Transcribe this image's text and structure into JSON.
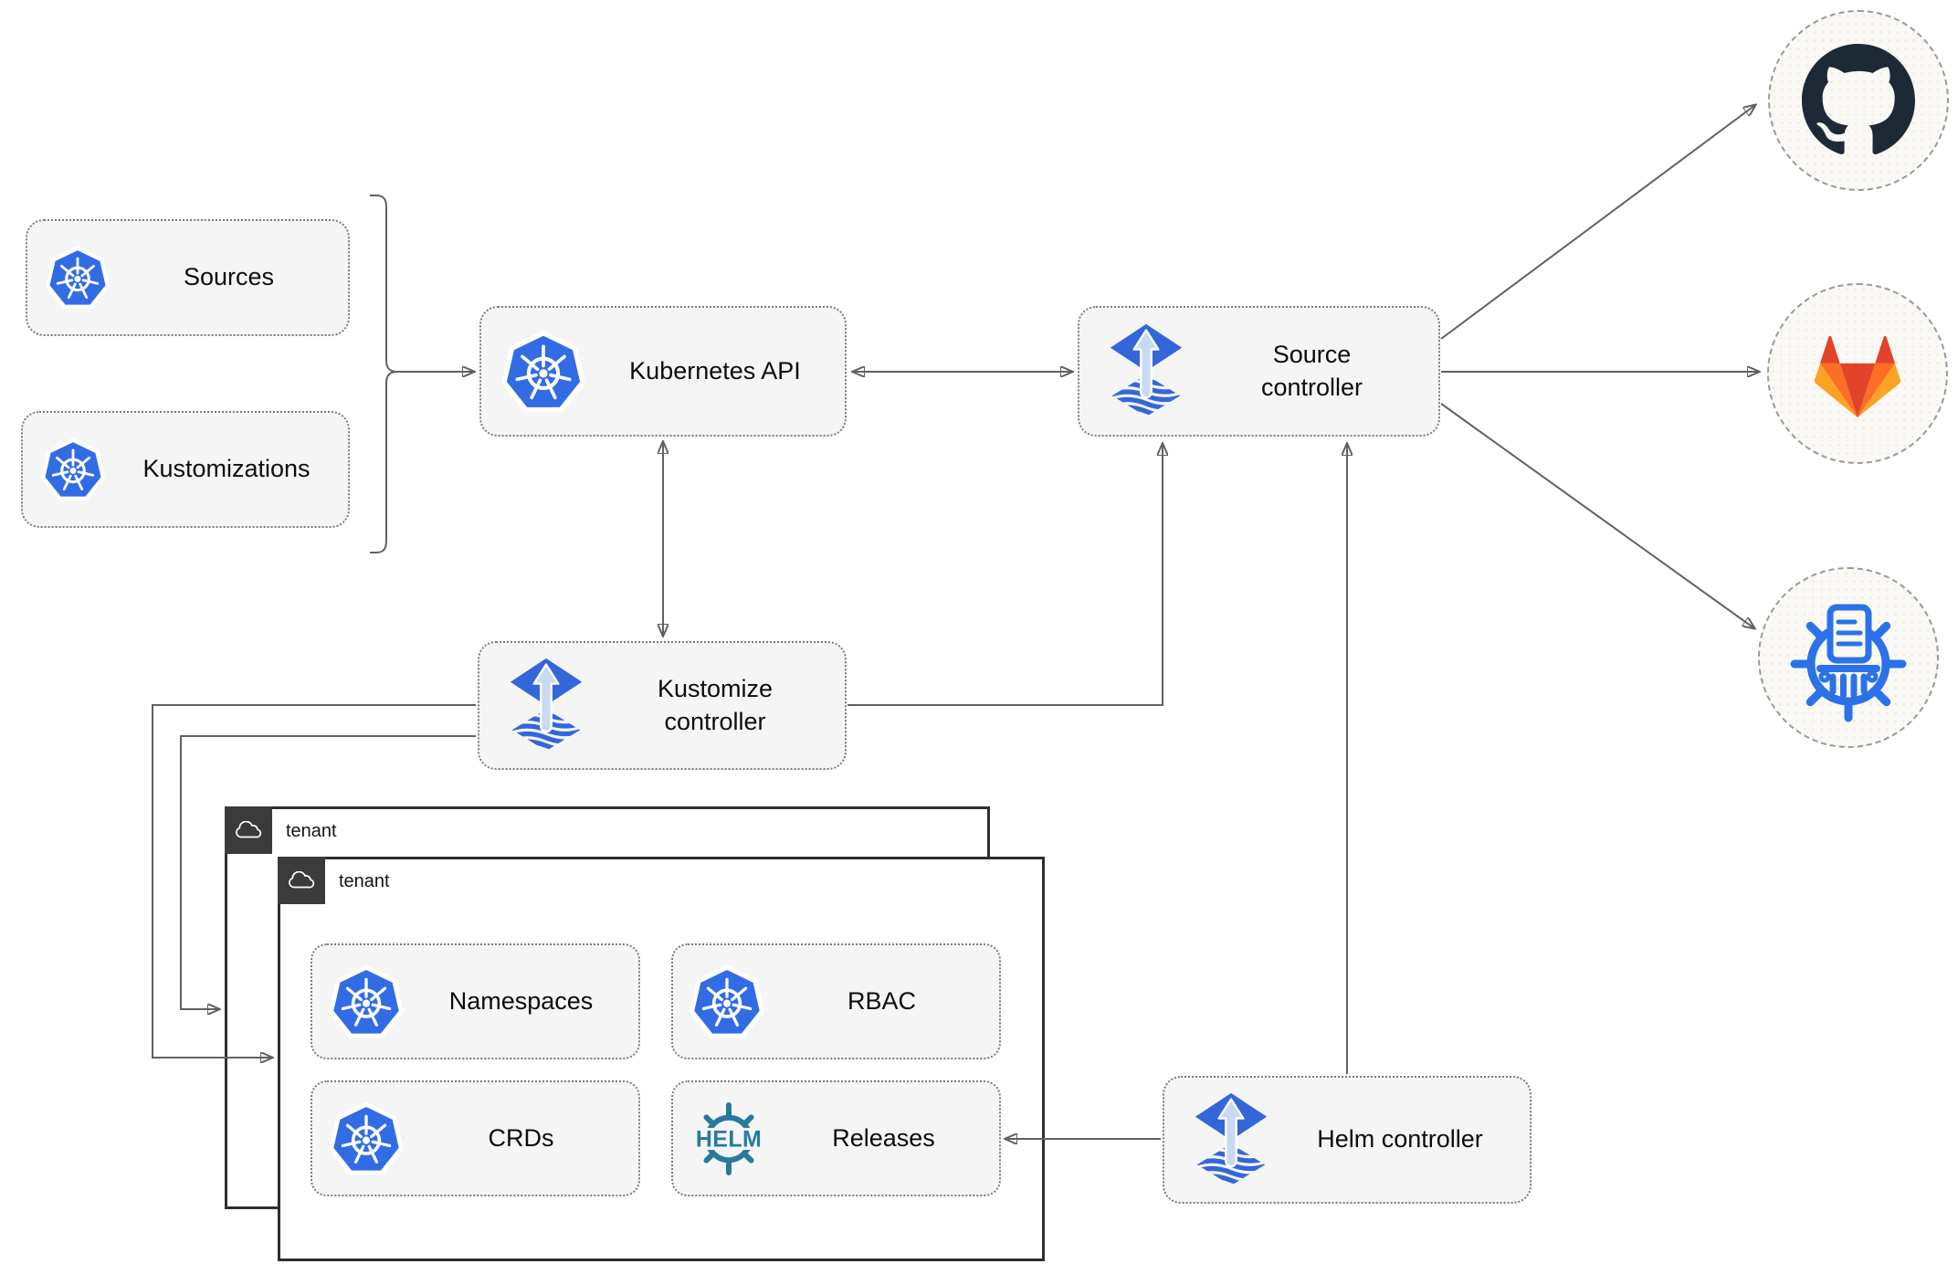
{
  "diagram": {
    "nodes": {
      "sources": {
        "label": "Sources"
      },
      "kustomizations": {
        "label": "Kustomizations"
      },
      "kubernetes_api": {
        "label": "Kubernetes API"
      },
      "source_controller": {
        "label": "Source controller"
      },
      "kustomize_controller": {
        "label": "Kustomize controller"
      },
      "helm_controller": {
        "label": "Helm controller"
      },
      "namespaces": {
        "label": "Namespaces"
      },
      "rbac": {
        "label": "RBAC"
      },
      "crds": {
        "label": "CRDs"
      },
      "releases": {
        "label": "Releases"
      }
    },
    "tenants": {
      "back": {
        "label": "tenant"
      },
      "front": {
        "label": "tenant"
      }
    },
    "helm_logo_text": "HELM",
    "icons": {
      "kubernetes": "kubernetes-icon",
      "flux": "flux-icon",
      "helm": "helm-icon",
      "cloud": "cloud-icon",
      "github": "github-icon",
      "gitlab": "gitlab-icon",
      "registry": "registry-icon"
    },
    "edges": [
      {
        "from": "sources+kustomizations",
        "to": "kubernetes_api",
        "style": "brace-arrow"
      },
      {
        "from": "kubernetes_api",
        "to": "source_controller",
        "bidirectional": true
      },
      {
        "from": "kubernetes_api",
        "to": "kustomize_controller",
        "bidirectional": true
      },
      {
        "from": "kustomize_controller",
        "to": "source_controller",
        "bidirectional": false
      },
      {
        "from": "helm_controller",
        "to": "source_controller",
        "bidirectional": false
      },
      {
        "from": "source_controller",
        "to": "github",
        "bidirectional": false
      },
      {
        "from": "source_controller",
        "to": "gitlab",
        "bidirectional": false
      },
      {
        "from": "source_controller",
        "to": "registry",
        "bidirectional": false
      },
      {
        "from": "kustomize_controller",
        "to": "tenant_front",
        "bidirectional": false
      },
      {
        "from": "kustomize_controller",
        "to": "tenant_back",
        "bidirectional": false
      },
      {
        "from": "helm_controller",
        "to": "releases",
        "bidirectional": false
      }
    ],
    "colors": {
      "kubernetes_blue": "#326ce5",
      "flux_blue": "#3367d9",
      "flux_arrow_light": "#c9d9f4",
      "helm_teal": "#277a9e",
      "github_dark": "#1d2a35",
      "gitlab_red": "#e24329",
      "gitlab_orange": "#fc6d26",
      "gitlab_yellow": "#fca326",
      "registry_blue": "#2b72e8",
      "line_gray": "#616161",
      "node_fill": "#f5f5f5",
      "tenant_border": "#2e2e2e",
      "tab_background": "#3b3b3b"
    }
  }
}
